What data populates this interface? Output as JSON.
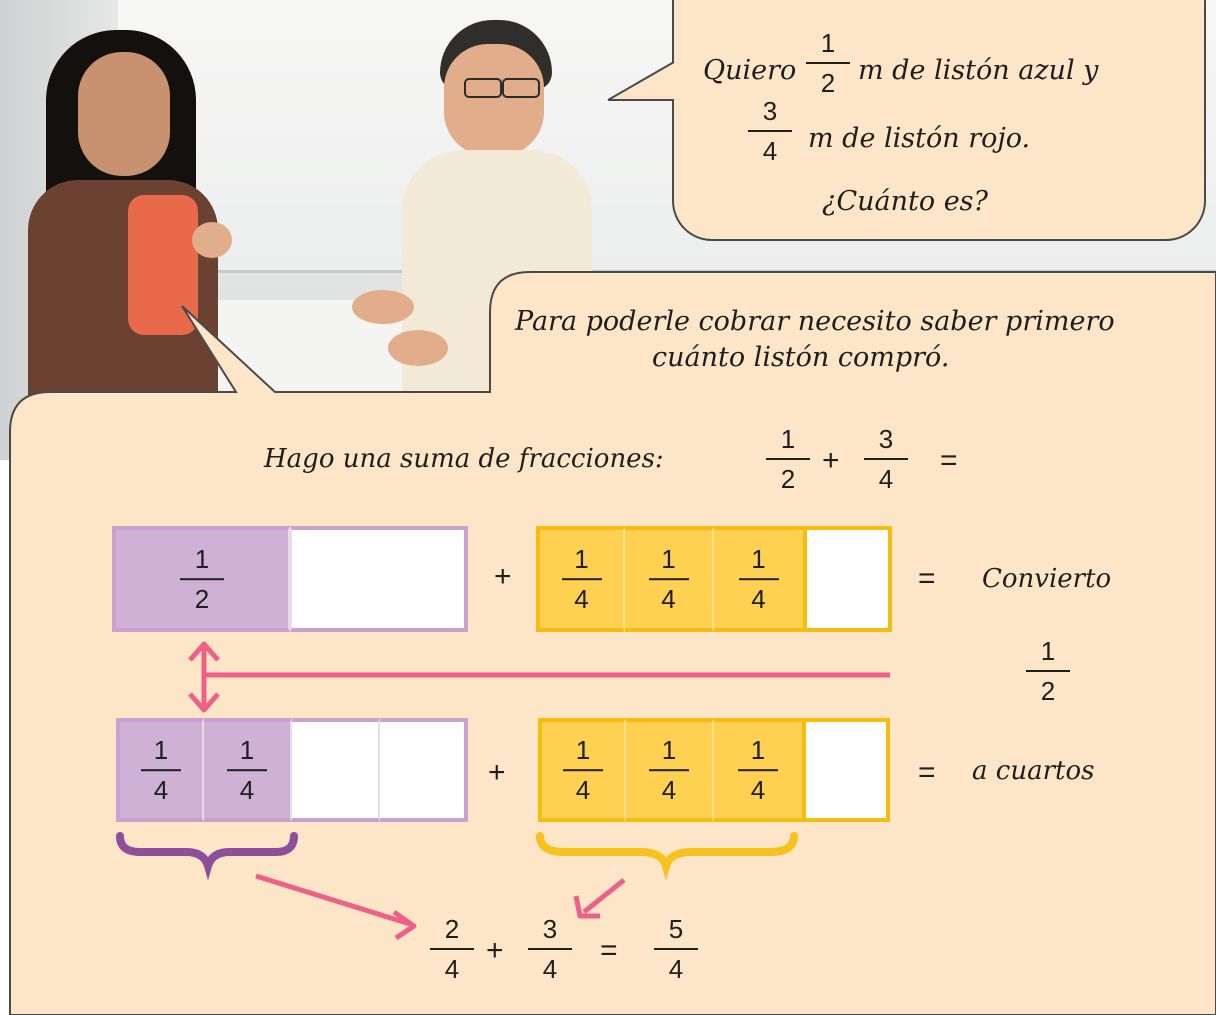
{
  "colors": {
    "bubble_fill": "#fde6c7",
    "purple_fill": "#cfb1d6",
    "purple_border": "#c9a0d0",
    "yellow_fill": "#ffd153",
    "yellow_border": "#f6bd0f",
    "arrow_pink": "#ee6088",
    "brace_purple": "#8e4f9a",
    "brace_yellow": "#f7c21f"
  },
  "customer_bubble": {
    "pre": "Quiero",
    "frac1": {
      "num": "1",
      "den": "2"
    },
    "mid": "m de listón azul y",
    "frac2": {
      "num": "3",
      "den": "4"
    },
    "post": "m de listón rojo.",
    "question": "¿Cuánto es?"
  },
  "seller_bubble": {
    "line1": "Para poderle cobrar necesito saber primero",
    "line2": "cuánto listón compró.",
    "sum_label": "Hago una suma de fracciones:",
    "sum_frac1": {
      "num": "1",
      "den": "2"
    },
    "sum_plus": "+",
    "sum_frac2": {
      "num": "3",
      "den": "4"
    },
    "sum_equals": "="
  },
  "row1": {
    "purple_cells": [
      {
        "num": "1",
        "den": "2"
      },
      {
        "num": "",
        "den": ""
      }
    ],
    "plus": "+",
    "yellow_cells": [
      {
        "num": "1",
        "den": "4"
      },
      {
        "num": "1",
        "den": "4"
      },
      {
        "num": "1",
        "den": "4"
      },
      {
        "num": "",
        "den": ""
      }
    ],
    "equals": "=",
    "note": "Convierto"
  },
  "convert_note_frac": {
    "num": "1",
    "den": "2"
  },
  "row2": {
    "purple_cells": [
      {
        "num": "1",
        "den": "4"
      },
      {
        "num": "1",
        "den": "4"
      },
      {
        "num": "",
        "den": ""
      },
      {
        "num": "",
        "den": ""
      }
    ],
    "plus": "+",
    "yellow_cells": [
      {
        "num": "1",
        "den": "4"
      },
      {
        "num": "1",
        "den": "4"
      },
      {
        "num": "1",
        "den": "4"
      },
      {
        "num": "",
        "den": ""
      }
    ],
    "equals": "=",
    "note": "a cuartos"
  },
  "result": {
    "frac1": {
      "num": "2",
      "den": "4"
    },
    "plus": "+",
    "frac2": {
      "num": "3",
      "den": "4"
    },
    "equals": "=",
    "frac3": {
      "num": "5",
      "den": "4"
    }
  }
}
